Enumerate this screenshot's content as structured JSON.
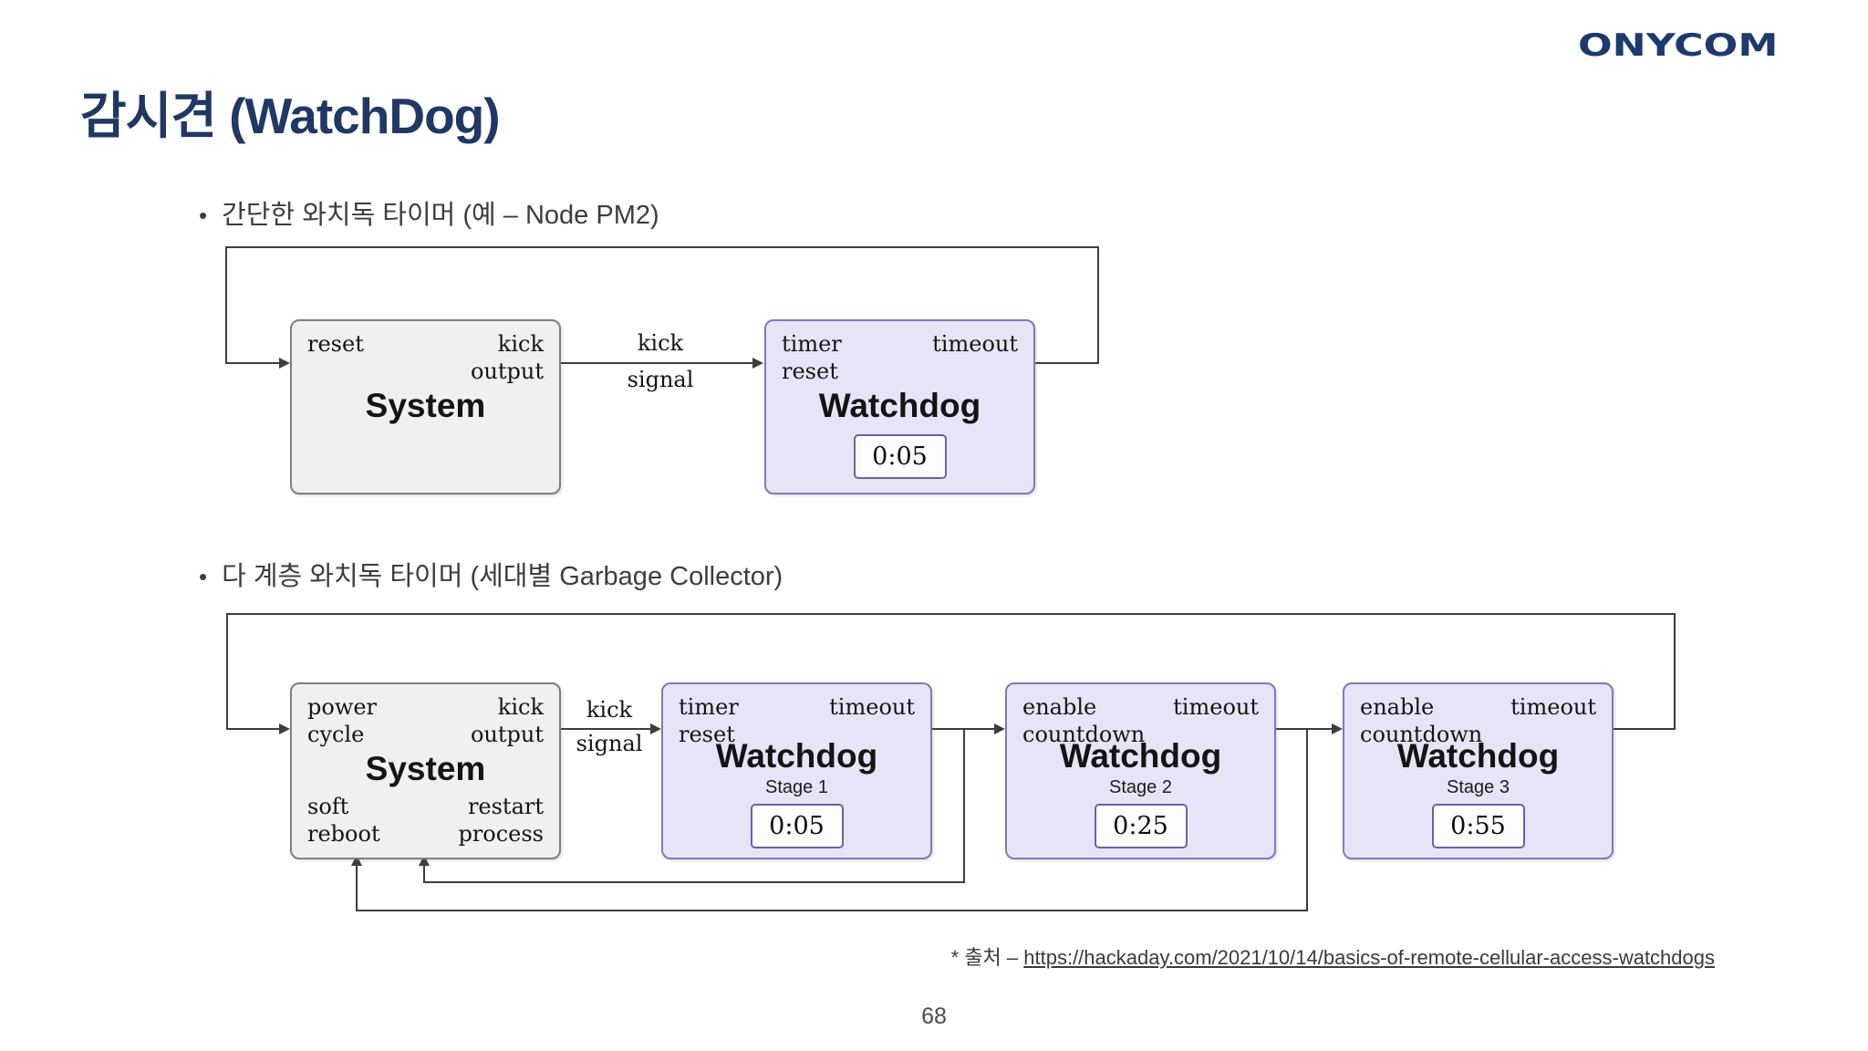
{
  "page": {
    "title": "감시견 (WatchDog)",
    "logo_text": "ONYCOM",
    "page_number": "68",
    "source": {
      "prefix": "* 출처 – ",
      "link": "https://hackaday.com/2021/10/14/basics-of-remote-cellular-access-watchdogs"
    }
  },
  "bullets": [
    {
      "marker": "•",
      "label": "간단한 와치독 타이머 (예 – Node PM2)"
    },
    {
      "marker": "•",
      "label": "다 계층  와치독 타이머 (세대별 Garbage Collector)"
    }
  ],
  "diagram1": {
    "system": {
      "title": "System",
      "port_top_left": "reset",
      "port_top_right": "kick\noutput"
    },
    "arrow": {
      "line1": "kick",
      "line2": "signal"
    },
    "watchdog": {
      "title": "Watchdog",
      "port_top_left": "timer\nreset",
      "port_top_right": "timeout",
      "timer_value": "0:05"
    }
  },
  "diagram2": {
    "system": {
      "title": "System",
      "port_top_left": "power\ncycle",
      "port_top_right": "kick\noutput",
      "port_bottom_left": "soft\nreboot",
      "port_bottom_right": "restart\nprocess"
    },
    "arrow": {
      "line1": "kick",
      "line2": "signal"
    },
    "stages": [
      {
        "title": "Watchdog",
        "stage_label": "Stage 1",
        "port_top_left": "timer\nreset",
        "port_top_right": "timeout",
        "timer_value": "0:05"
      },
      {
        "title": "Watchdog",
        "stage_label": "Stage 2",
        "port_top_left": "enable\ncountdown",
        "port_top_right": "timeout",
        "timer_value": "0:25"
      },
      {
        "title": "Watchdog",
        "stage_label": "Stage 3",
        "port_top_left": "enable\ncountdown",
        "port_top_right": "timeout",
        "timer_value": "0:55"
      }
    ]
  },
  "colors": {
    "title_navy": "#1F3864",
    "logo_navy": "#1C3A6E",
    "node_gray_fill": "#F0EFF1",
    "node_gray_border": "#7F7F7F",
    "node_purple_fill": "#E6E5F7",
    "node_purple_border": "#8277B9",
    "timer_chip_border": "#6C60AB",
    "connector_line": "#3D3D3D"
  }
}
